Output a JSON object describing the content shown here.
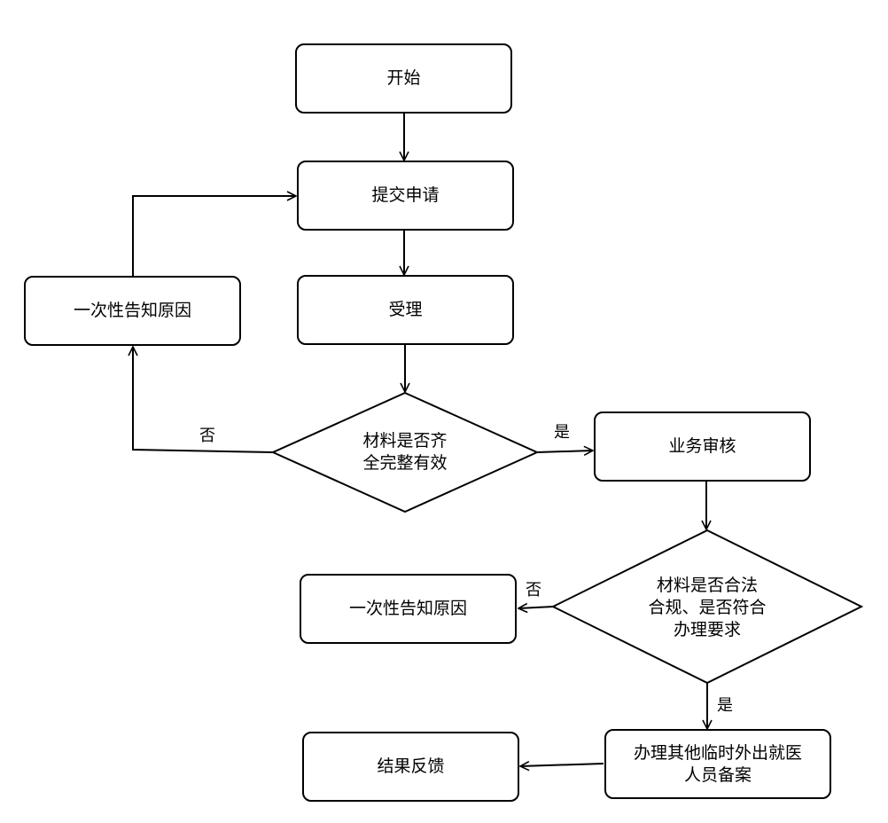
{
  "nodes": {
    "start": "开始",
    "submit": "提交申请",
    "accept": "受理",
    "notify_1": "一次性告知原因",
    "check_complete": "材料是否齐\n全完整有效",
    "business_review": "业务审核",
    "check_legal": "材料是否合法\n合规、是否符合\n办理要求",
    "notify_2": "一次性告知原因",
    "register": "办理其他临时外出就医\n人员备案",
    "feedback": "结果反馈"
  },
  "edge_labels": {
    "no_1": "否",
    "yes_1": "是",
    "no_2": "否",
    "yes_2": "是"
  }
}
